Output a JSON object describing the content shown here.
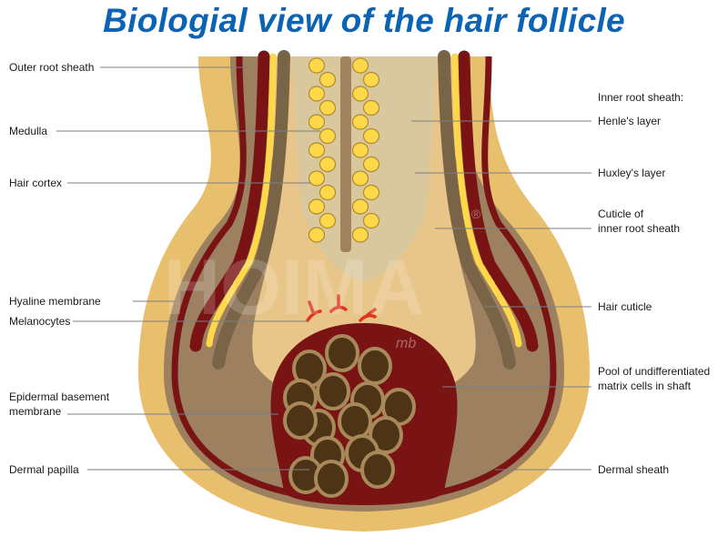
{
  "title": "Biologial view of the hair follicle",
  "colors": {
    "title": "#0b63b5",
    "skin_outer": "#e8bf6d",
    "dermal": "#9d8060",
    "membrane": "#7a1414",
    "matrix": "#e8c588",
    "cortex": "#d9c79e",
    "yellow_cells": "#ffd84a",
    "melanocytes": "#e0341e",
    "papilla_cells": "#4d3417",
    "cuticle": "#7a6448",
    "line": "#7f7f7f"
  },
  "labels_left": {
    "outer_root_sheath": "Outer root sheath",
    "medulla": "Medulla",
    "hair_cortex": "Hair cortex",
    "hyaline_membrane": "Hyaline membrane",
    "melanocytes": "Melanocytes",
    "epidermal_line1": "Epidermal basement",
    "epidermal_line2": "membrane",
    "dermal_papilla": "Dermal papilla"
  },
  "labels_right": {
    "inner_root_sheath": "Inner root sheath:",
    "henles_layer": "Henle's layer",
    "huxleys_layer": "Huxley's layer",
    "cuticle_line1": "Cuticle of",
    "cuticle_line2": "inner root sheath",
    "hair_cuticle": "Hair cuticle",
    "pool_line1": "Pool of undifferentiated",
    "pool_line2": "matrix cells in shaft",
    "dermal_sheath": "Dermal sheath"
  },
  "watermark": {
    "text": "HOIMA",
    "registered": "®",
    "small": "mb"
  }
}
